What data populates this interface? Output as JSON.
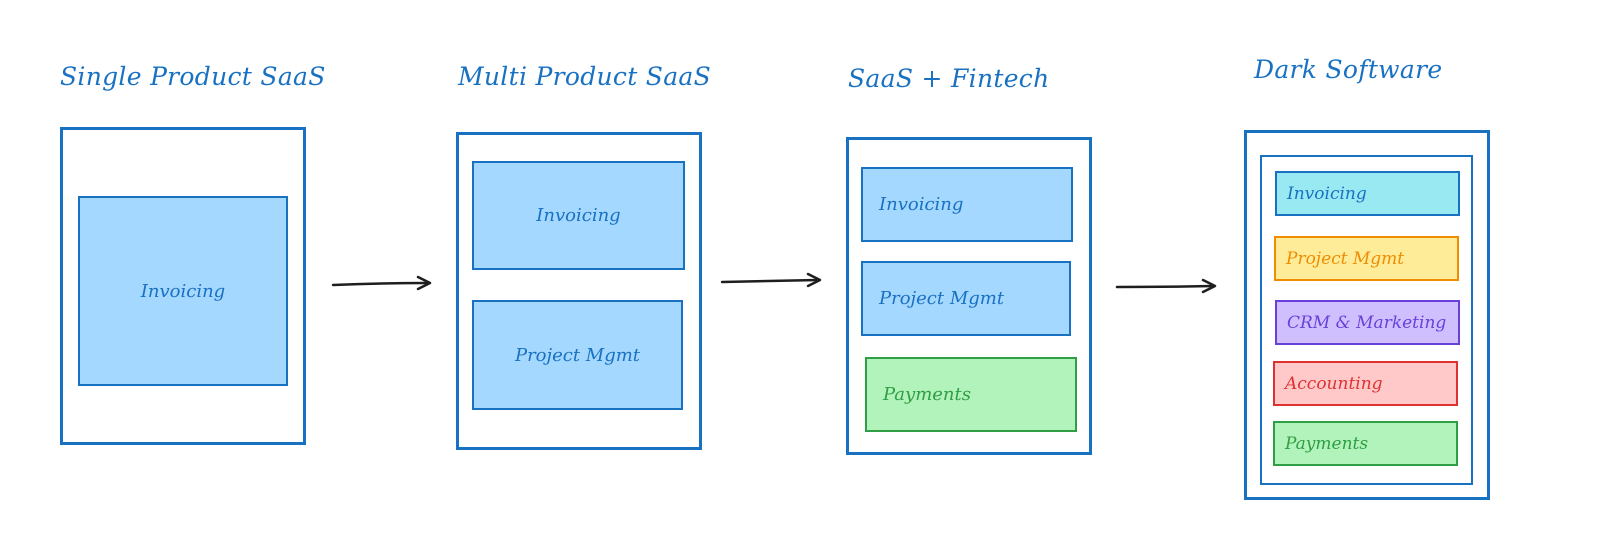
{
  "stages": [
    {
      "title": "Single Product SaaS",
      "modules": [
        {
          "label": "Invoicing",
          "color": "blue"
        }
      ]
    },
    {
      "title": "Multi Product SaaS",
      "modules": [
        {
          "label": "Invoicing",
          "color": "blue"
        },
        {
          "label": "Project Mgmt",
          "color": "blue"
        }
      ]
    },
    {
      "title": "SaaS + Fintech",
      "modules": [
        {
          "label": "Invoicing",
          "color": "blue"
        },
        {
          "label": "Project Mgmt",
          "color": "blue"
        },
        {
          "label": "Payments",
          "color": "green"
        }
      ]
    },
    {
      "title": "Dark Software",
      "modules": [
        {
          "label": "Invoicing",
          "color": "cyan"
        },
        {
          "label": "Project Mgmt",
          "color": "yellow"
        },
        {
          "label": "CRM & Marketing",
          "color": "purple"
        },
        {
          "label": "Accounting",
          "color": "red"
        },
        {
          "label": "Payments",
          "color": "green"
        }
      ]
    }
  ],
  "palette": {
    "outline": "#1971c2",
    "arrow": "#1e1e1e",
    "blue": {
      "fill": "#a5d8ff",
      "stroke": "#1971c2",
      "text": "#1971c2"
    },
    "green": {
      "fill": "#b2f2bb",
      "stroke": "#2f9e44",
      "text": "#2f9e44"
    },
    "cyan": {
      "fill": "#99e9f2",
      "stroke": "#1971c2",
      "text": "#1971c2"
    },
    "yellow": {
      "fill": "#ffec99",
      "stroke": "#f08c00",
      "text": "#f08c00"
    },
    "purple": {
      "fill": "#d0bfff",
      "stroke": "#6741d9",
      "text": "#6741d9"
    },
    "red": {
      "fill": "#ffc9c9",
      "stroke": "#e03131",
      "text": "#e03131"
    }
  }
}
